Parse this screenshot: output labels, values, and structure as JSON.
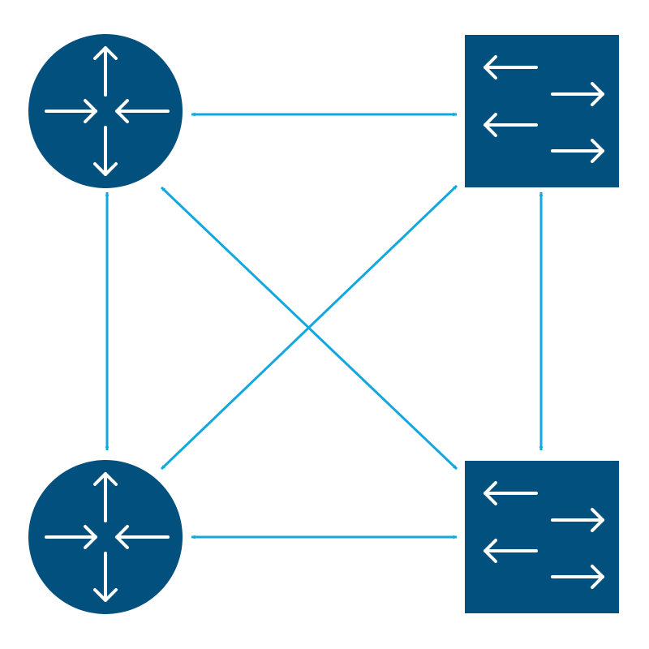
{
  "diagram": {
    "type": "network-topology",
    "colors": {
      "background": "#ffffff",
      "device_fill": "#02507d",
      "device_glyph": "#ffffff",
      "link": "#12a8df"
    },
    "nodes": [
      {
        "id": "router-top-left",
        "kind": "router",
        "icon": "router-icon"
      },
      {
        "id": "switch-top-right",
        "kind": "switch",
        "icon": "switch-icon"
      },
      {
        "id": "router-bottom-left",
        "kind": "router",
        "icon": "router-icon"
      },
      {
        "id": "switch-bottom-right",
        "kind": "switch",
        "icon": "switch-icon"
      }
    ],
    "links": [
      {
        "from": "router-top-left",
        "to": "switch-top-right",
        "arrows": "both"
      },
      {
        "from": "router-bottom-left",
        "to": "switch-bottom-right",
        "arrows": "both"
      },
      {
        "from": "router-top-left",
        "to": "router-bottom-left",
        "arrows": "both"
      },
      {
        "from": "switch-top-right",
        "to": "switch-bottom-right",
        "arrows": "both"
      },
      {
        "from": "router-top-left",
        "to": "switch-bottom-right",
        "arrows": "both"
      },
      {
        "from": "switch-top-right",
        "to": "router-bottom-left",
        "arrows": "both"
      }
    ]
  }
}
